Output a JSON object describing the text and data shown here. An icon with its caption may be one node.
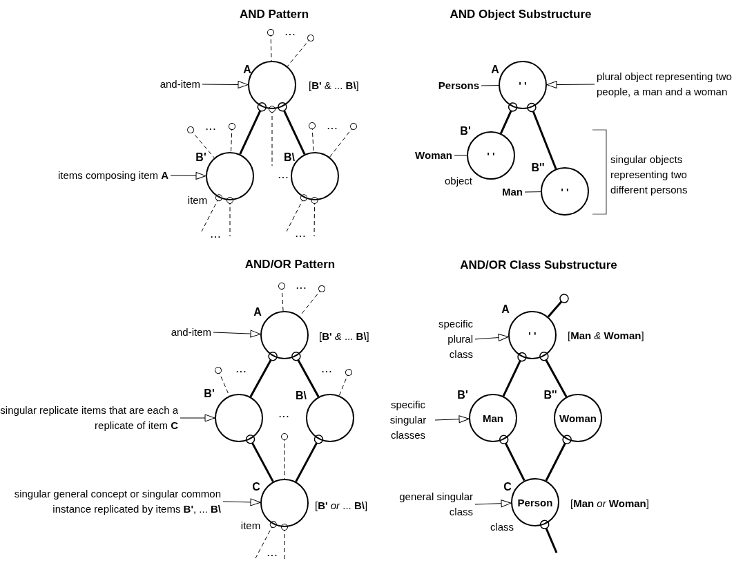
{
  "diagram": {
    "nodes": [
      {
        "text": [],
        "shape": "circle",
        "beside": [
          "A",
          "[**B'** & ... **B\\**]"
        ]
      },
      {
        "text": [
          "and-item"
        ]
      },
      {
        "text": [],
        "shape": "circle",
        "beside": [
          "B'",
          "item"
        ]
      },
      {
        "text": [],
        "shape": "circle",
        "beside": [
          "B\\"
        ]
      },
      {
        "text": [
          "items composing item **A**"
        ]
      },
      {
        "text": [
          "' '"
        ],
        "beside": [
          "A"
        ]
      },
      {
        "text": [
          "Persons"
        ]
      },
      {
        "text": [
          "plural object representing two people, a man and a woman"
        ]
      },
      {
        "text": [
          "' '"
        ],
        "beside": [
          "B'",
          "object"
        ]
      },
      {
        "text": [
          "Woman"
        ]
      },
      {
        "text": [
          "' '"
        ],
        "beside": [
          "B''"
        ]
      },
      {
        "text": [
          "Man"
        ]
      },
      {
        "text": [],
        "shape": "circle",
        "beside": [
          "A",
          "[**B'** *&* ... **B\\**]"
        ]
      },
      {
        "text": [
          "and-item"
        ]
      },
      {
        "text": [],
        "shape": "circle",
        "beside": [
          "B'"
        ]
      },
      {
        "text": [],
        "shape": "circle",
        "beside": [
          "B\\"
        ]
      },
      {
        "text": [
          "singular replicate items that are each a replicate of item **C**"
        ]
      },
      {
        "text": [],
        "shape": "circle",
        "beside": [
          "C",
          "[**B'** *or* ... **B\\**]",
          "item"
        ]
      },
      {
        "text": [
          "singular general concept or singular common instance replicated by items **B'**, ... **B\\**"
        ]
      },
      {
        "text": [
          "' '"
        ],
        "beside": [
          "A",
          "[**Man** *&* **Woman**]"
        ]
      },
      {
        "text": [
          "specific plural class"
        ]
      },
      {
        "text": [
          "Man"
        ],
        "beside": [
          "B'"
        ]
      },
      {
        "text": [
          "Woman"
        ],
        "beside": [
          "B''"
        ]
      },
      {
        "text": [
          "specific singular classes"
        ]
      },
      {
        "text": [
          "Person"
        ],
        "beside": [
          "C",
          "[**Man** *or* **Woman**]",
          "class"
        ]
      },
      {
        "text": [
          "general singular class"
        ]
      }
    ],
    "edges": [
      {
        "from": 0,
        "to": 2,
        "arrow": "other",
        "style": "thick"
      },
      {
        "from": 0,
        "to": 3,
        "arrow": "other",
        "style": "thick"
      },
      {
        "from": null,
        "to": 0,
        "arrow": "other",
        "style": "dashed"
      },
      {
        "from": null,
        "to": 0,
        "arrow": "other",
        "style": "dashed"
      },
      {
        "from": 0,
        "to": null,
        "arrow": "other",
        "style": "dashed"
      },
      {
        "from": 1,
        "to": 0,
        "arrow": "to"
      },
      {
        "from": 4,
        "to": 2,
        "arrow": "to"
      },
      {
        "from": null,
        "to": 2,
        "arrow": "other",
        "style": "dashed"
      },
      {
        "from": null,
        "to": 2,
        "arrow": "other",
        "style": "dashed"
      },
      {
        "from": 2,
        "to": null,
        "arrow": "other",
        "style": "dashed"
      },
      {
        "from": 2,
        "to": null,
        "arrow": "other",
        "style": "dashed"
      },
      {
        "from": null,
        "to": 3,
        "arrow": "other",
        "style": "dashed"
      },
      {
        "from": null,
        "to": 3,
        "arrow": "other",
        "style": "dashed"
      },
      {
        "from": 3,
        "to": null,
        "arrow": "other",
        "style": "dashed"
      },
      {
        "from": 3,
        "to": null,
        "arrow": "other",
        "style": "dashed"
      },
      {
        "from": 5,
        "to": 8,
        "arrow": "other",
        "style": "thick"
      },
      {
        "from": 5,
        "to": 10,
        "arrow": "other",
        "style": "thick"
      },
      {
        "from": 6,
        "to": 5,
        "arrow": "none"
      },
      {
        "from": 7,
        "to": 5,
        "arrow": "to"
      },
      {
        "from": 9,
        "to": 8,
        "arrow": "none"
      },
      {
        "from": 11,
        "to": 10,
        "arrow": "none"
      },
      {
        "from": 12,
        "to": 14,
        "arrow": "other",
        "style": "thick"
      },
      {
        "from": 12,
        "to": 15,
        "arrow": "other",
        "style": "thick"
      },
      {
        "from": null,
        "to": 12,
        "arrow": "other",
        "style": "dashed"
      },
      {
        "from": null,
        "to": 12,
        "arrow": "other",
        "style": "dashed"
      },
      {
        "from": 13,
        "to": 12,
        "arrow": "to"
      },
      {
        "from": null,
        "to": 14,
        "arrow": "other",
        "style": "dashed"
      },
      {
        "from": null,
        "to": 15,
        "arrow": "other",
        "style": "dashed"
      },
      {
        "from": 16,
        "to": 14,
        "arrow": "to"
      },
      {
        "from": 14,
        "to": 17,
        "arrow": "other",
        "style": "thick"
      },
      {
        "from": 15,
        "to": 17,
        "arrow": "other",
        "style": "thick"
      },
      {
        "from": null,
        "to": 17,
        "arrow": "other",
        "style": "dashed"
      },
      {
        "from": 18,
        "to": 17,
        "arrow": "to"
      },
      {
        "from": 17,
        "to": null,
        "arrow": "other",
        "style": "dashed"
      },
      {
        "from": 17,
        "to": null,
        "arrow": "other",
        "style": "dashed"
      },
      {
        "from": null,
        "to": 19,
        "arrow": "other",
        "style": "thick"
      },
      {
        "from": 19,
        "to": 21,
        "arrow": "other",
        "style": "thick"
      },
      {
        "from": 19,
        "to": 22,
        "arrow": "other",
        "style": "thick"
      },
      {
        "from": 20,
        "to": 19,
        "arrow": "to"
      },
      {
        "from": 21,
        "to": 24,
        "arrow": "other",
        "style": "thick"
      },
      {
        "from": 22,
        "to": 24,
        "arrow": "other",
        "style": "thick"
      },
      {
        "from": 23,
        "to": 21,
        "arrow": "to"
      },
      {
        "from": 25,
        "to": 24,
        "arrow": "to"
      },
      {
        "from": 24,
        "to": null,
        "arrow": "other",
        "style": "thick"
      }
    ],
    "labels": [
      "AND Pattern",
      "AND Object Substructure",
      "...",
      "...",
      "...",
      "...",
      "...",
      "...",
      "singular objects representing two different persons",
      "AND/OR Pattern",
      "AND/OR Class Substructure",
      "...",
      "...",
      "...",
      "...",
      "..."
    ]
  }
}
